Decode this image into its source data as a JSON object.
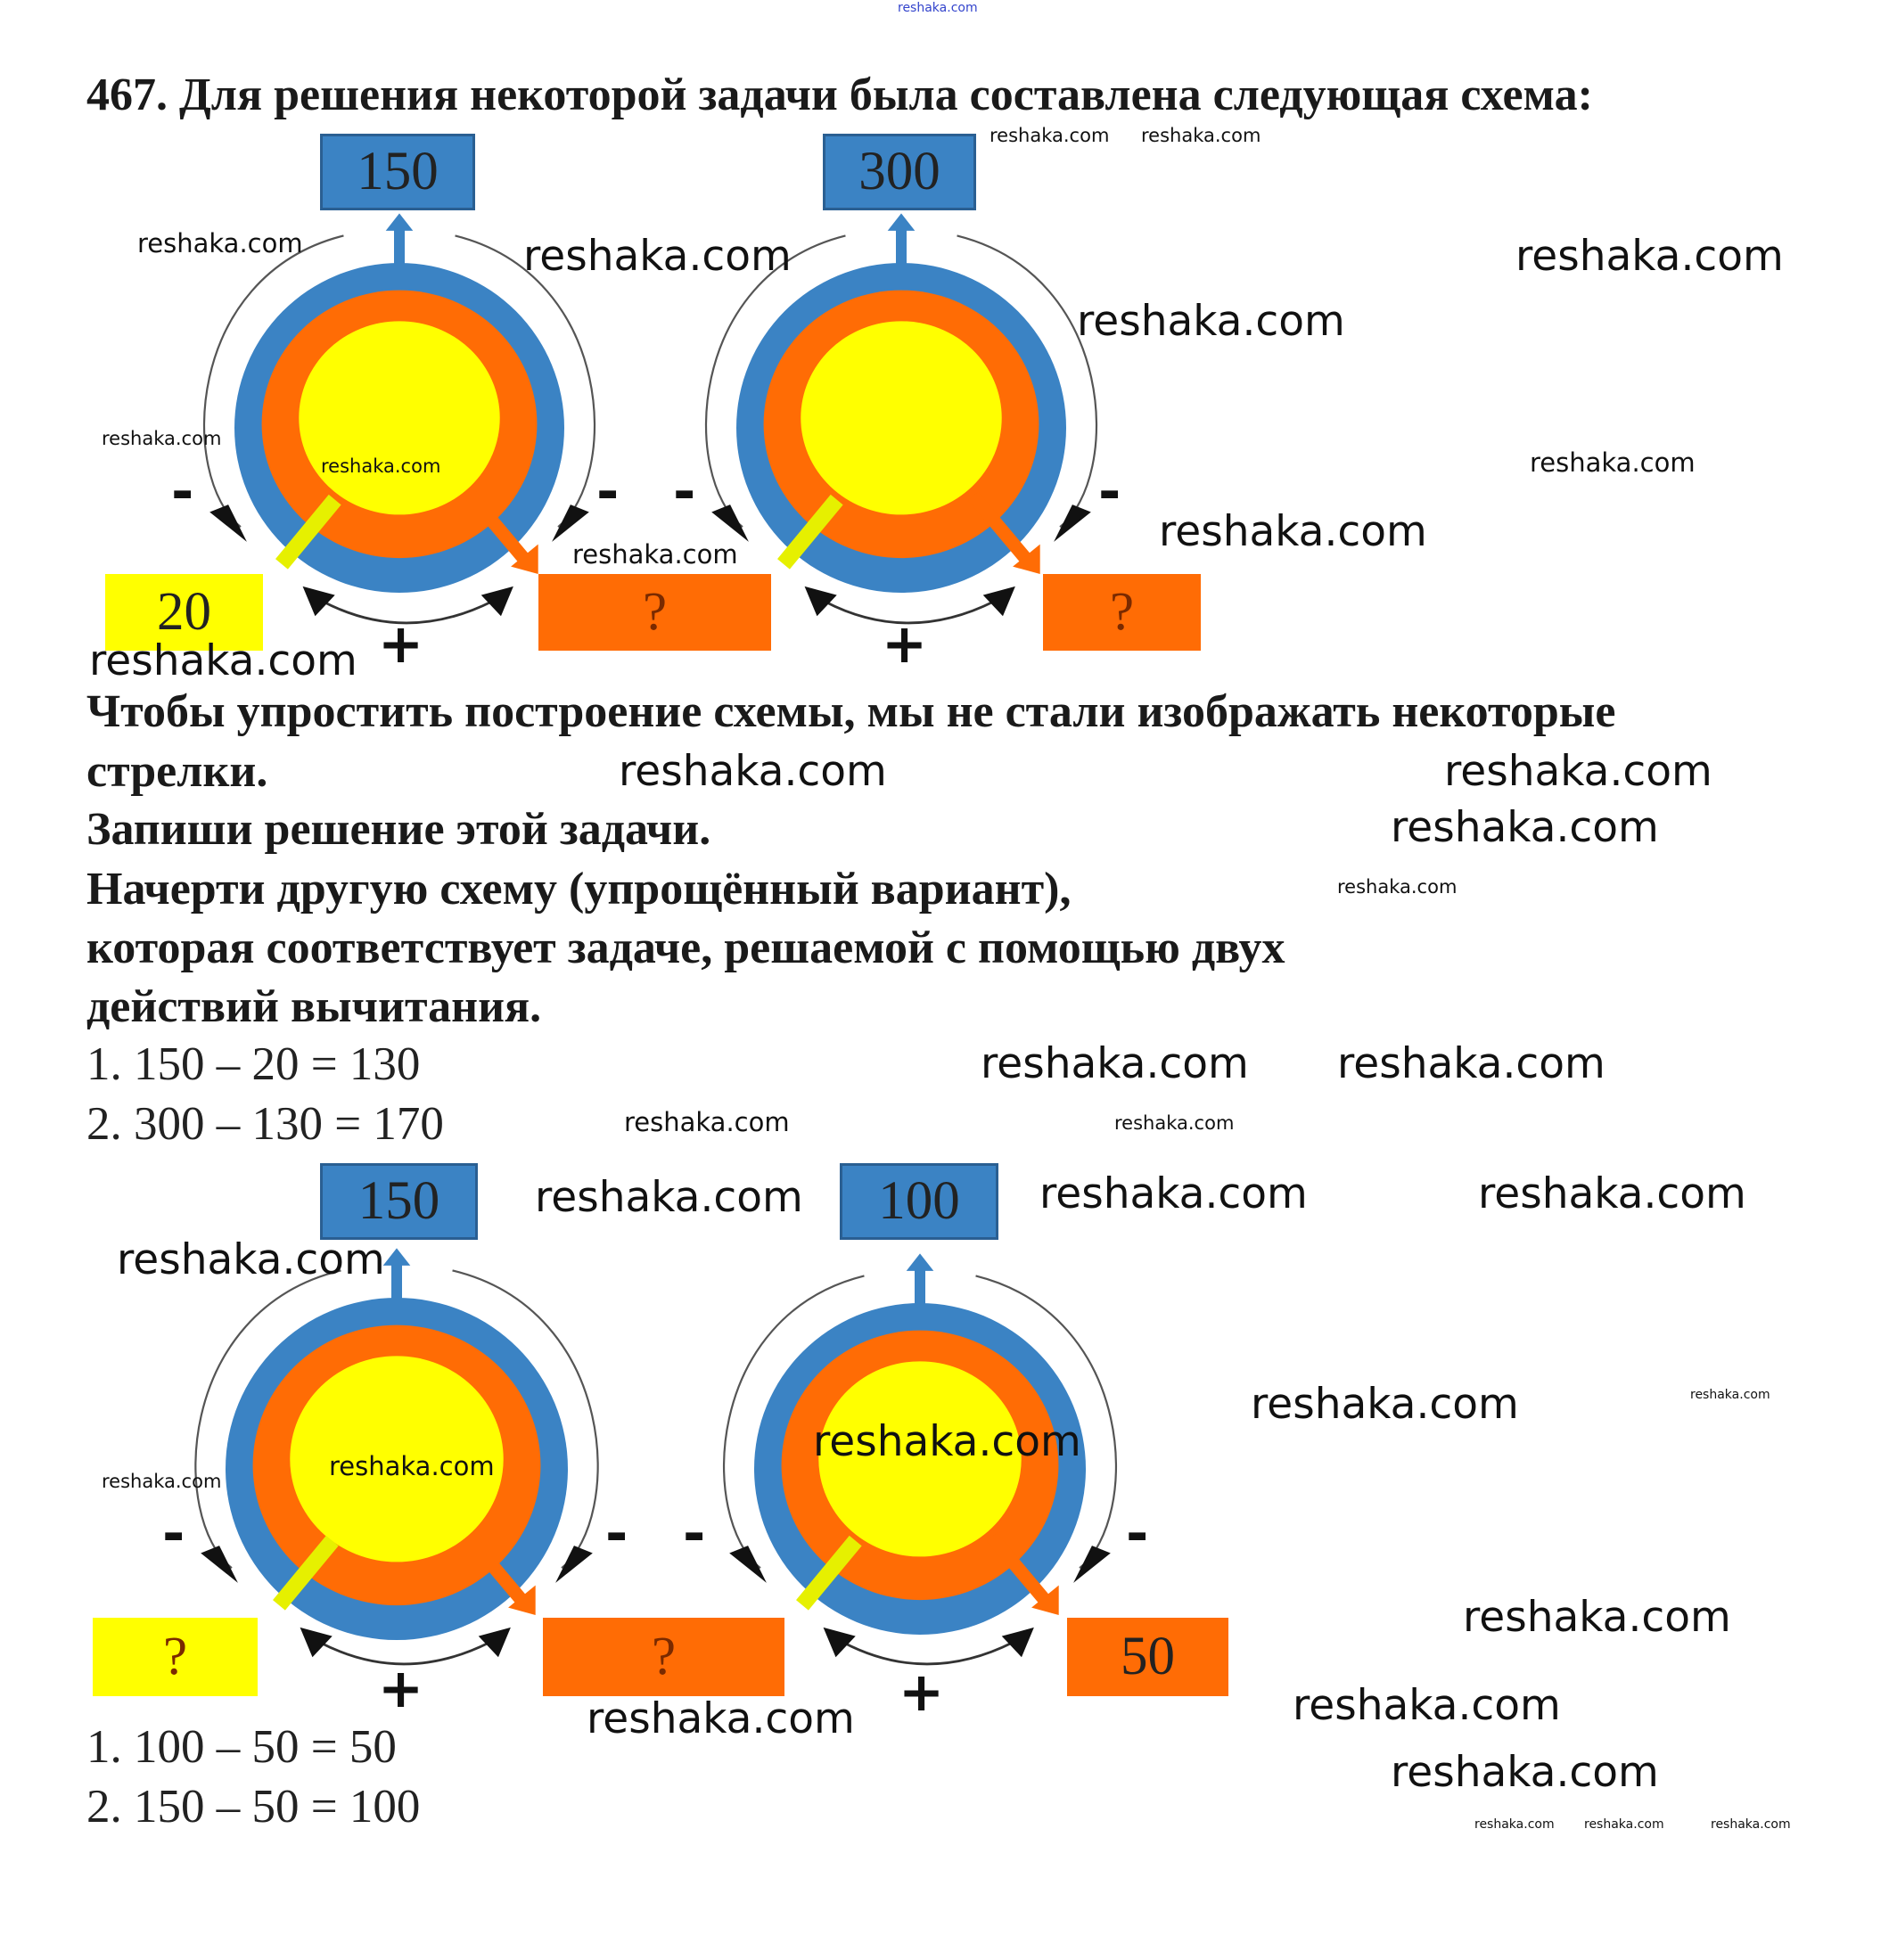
{
  "header_watermark": "reshaka.com",
  "title": "467. Для решения некоторой задачи была составлена следующая схема:",
  "scheme1": {
    "left_top": "150",
    "right_top": "300",
    "left_bottom": "20",
    "middle_bottom": "?",
    "right_bottom": "?"
  },
  "scheme2": {
    "left_top": "150",
    "right_top": "100",
    "left_bottom": "?",
    "middle_bottom": "?",
    "right_bottom": "50"
  },
  "signs": {
    "minus": "-",
    "plus": "+"
  },
  "text": [
    "Чтобы упростить построение схемы, мы не стали изображать некоторые",
    "стрелки.",
    "Запиши решение этой задачи.",
    "Начерти другую схему (упрощённый вариант),",
    "которая соответствует задаче, решаемой с помощью двух",
    "действий вычитания."
  ],
  "solution1": [
    "1. 150 – 20 = 130",
    "2. 300 – 130 = 170"
  ],
  "solution2": [
    "1. 100 – 50 = 50",
    "2. 150 – 50 = 100"
  ],
  "watermark": "reshaka.com",
  "colors": {
    "blue": "#3b83c4",
    "orange": "#ff6c05",
    "yellow": "#ffff00"
  }
}
